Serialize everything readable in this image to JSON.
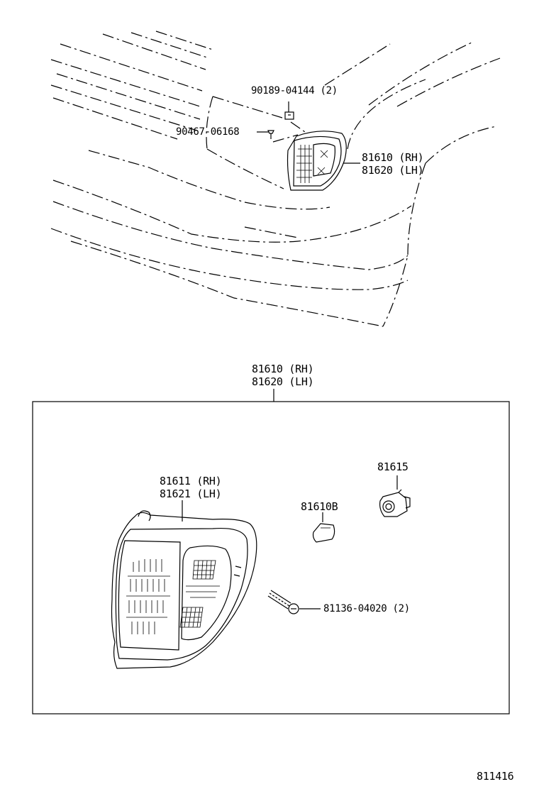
{
  "callouts": {
    "clip": "90189-04144 (2)",
    "screw_top": "90467-06168",
    "lamp_assy_rh_top": "81610 (RH)",
    "lamp_assy_lh_top": "81620 (LH)",
    "box_rh": "81610 (RH)",
    "box_lh": "81620 (LH)",
    "lens_rh": "81611 (RH)",
    "lens_lh": "81621 (LH)",
    "bulb": "81610B",
    "socket": "81615",
    "screw_bottom": "81136-04020 (2)"
  },
  "figure_number": "811416",
  "colors": {
    "ink": "#000000",
    "paper": "#ffffff"
  }
}
